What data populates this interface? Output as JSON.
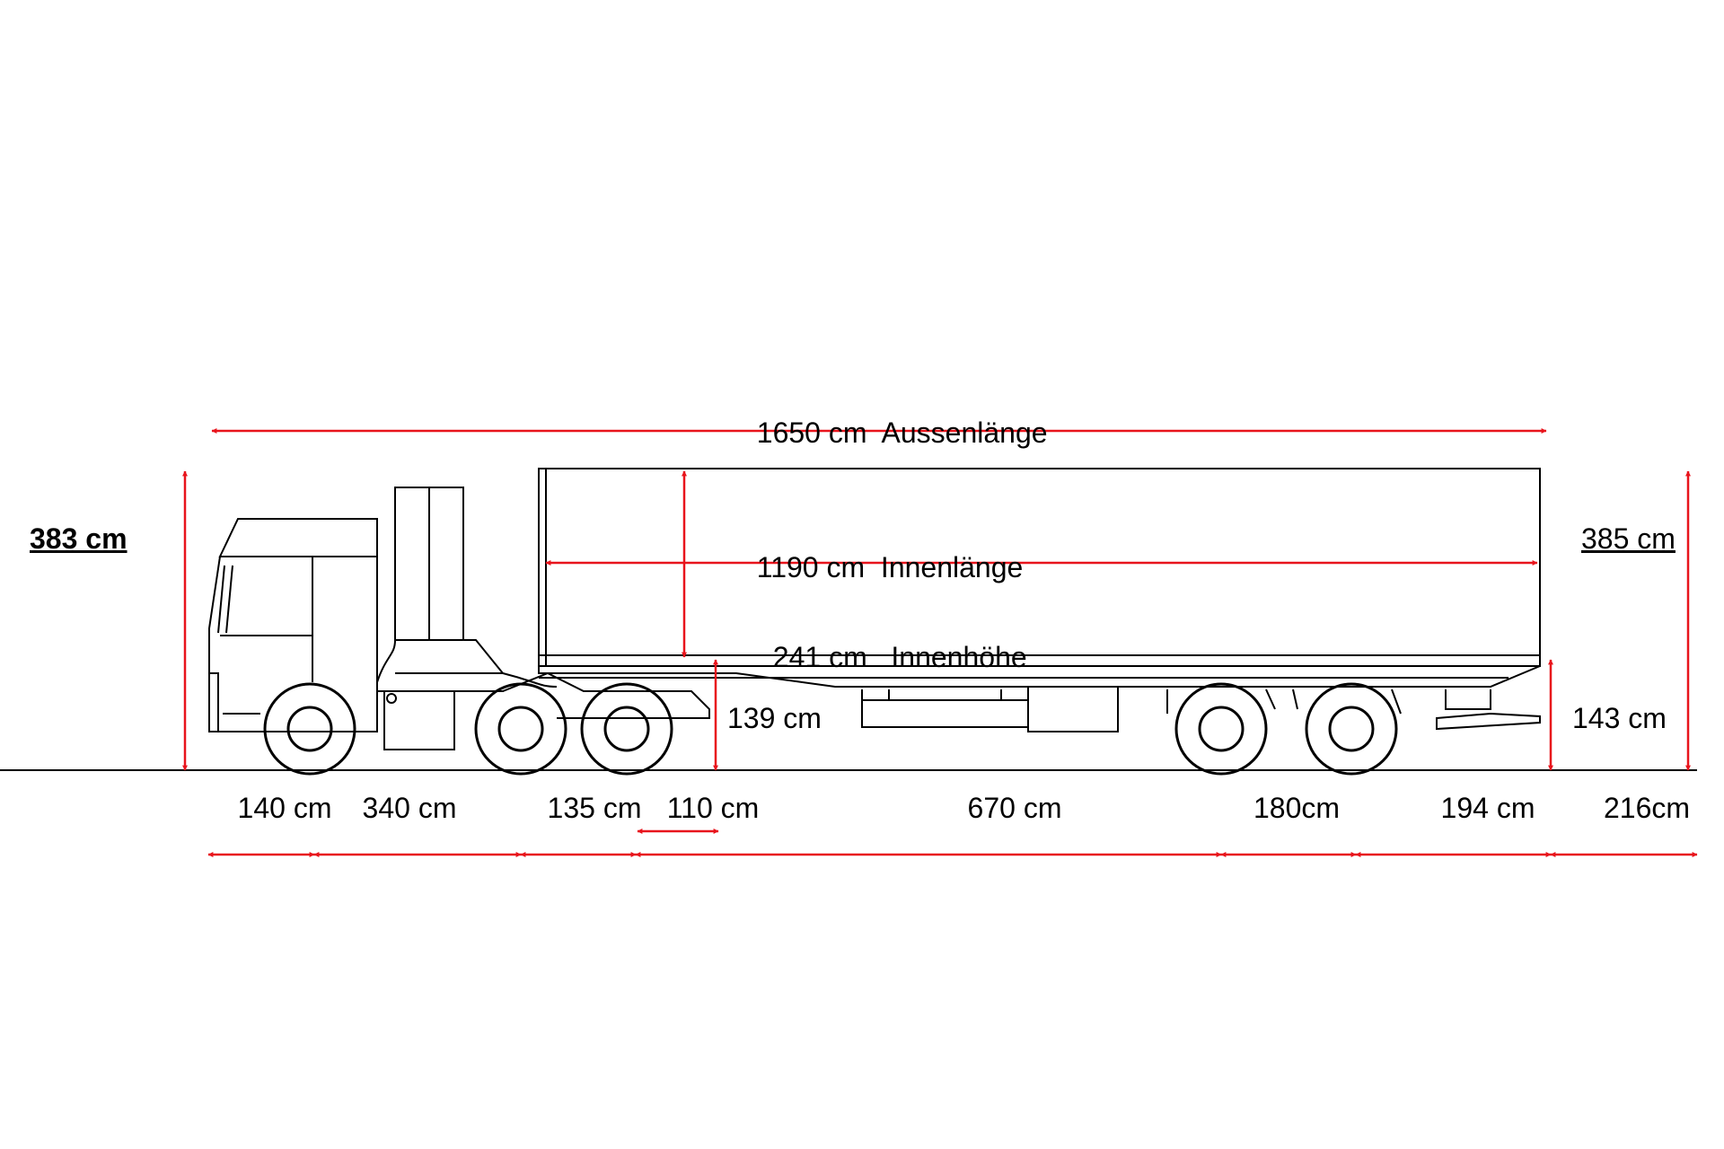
{
  "colors": {
    "dimension": "#e8141c",
    "outline": "#000000",
    "background": "#ffffff"
  },
  "dimensions": {
    "outer_length": {
      "value": "1650 cm",
      "label": "Aussenlänge"
    },
    "inner_length": {
      "value": "1190 cm",
      "label": "Innenlänge"
    },
    "inner_height": {
      "value": "241 cm",
      "label": "Innenhöhe"
    },
    "truck_height": "383 cm",
    "trailer_height": "385 cm",
    "coupling_height": "139 cm",
    "rear_height": "143 cm",
    "segments": [
      "140 cm",
      "340 cm",
      "135 cm",
      "110 cm",
      "670 cm",
      "180cm",
      "194 cm",
      "216cm"
    ]
  }
}
